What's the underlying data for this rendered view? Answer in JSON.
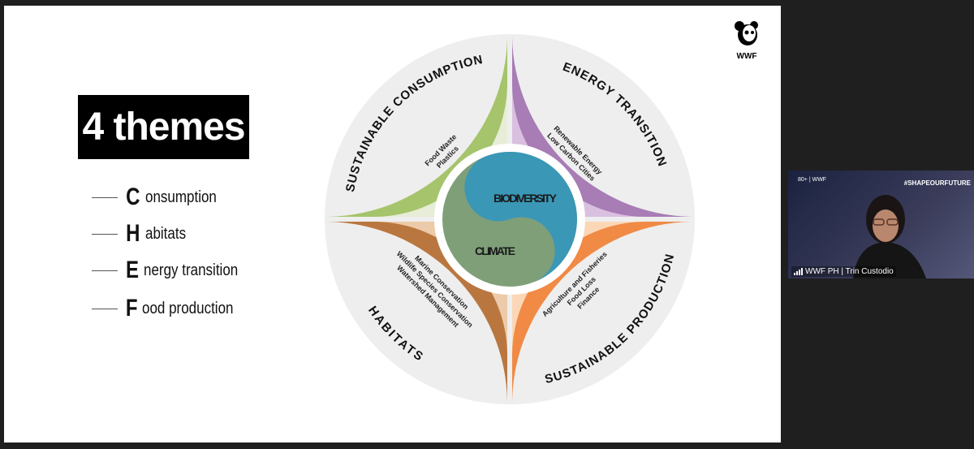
{
  "slide": {
    "title": "4 themes",
    "themes": [
      {
        "letter": "C",
        "rest": "onsumption"
      },
      {
        "letter": "H",
        "rest": "abitats"
      },
      {
        "letter": "E",
        "rest": "nergy transition"
      },
      {
        "letter": "F",
        "rest": "ood production"
      }
    ],
    "logo_text": "WWF",
    "wheel": {
      "center_top": "BIODIVERSITY",
      "center_bottom": "CLIMATE",
      "quadrants": [
        {
          "label": "SUSTAINABLE CONSUMPTION",
          "items": [
            "Food Waste",
            "Plastics"
          ],
          "color": "#a5c46b",
          "inner_color": "#e7edd7"
        },
        {
          "label": "ENERGY TRANSITION",
          "items": [
            "Renewable Energy",
            "Low Carbon Cities"
          ],
          "color": "#a87cb5",
          "inner_color": "#d9bfe0"
        },
        {
          "label": "SUSTAINABLE PRODUCTION",
          "items": [
            "Agriculture and Fisheries",
            "Food Loss",
            "Finance"
          ],
          "color": "#f08a45",
          "inner_color": "#fbd7b6"
        },
        {
          "label": "HABITATS",
          "items": [
            "Marine Conservation",
            "Wildlife Species Conservation",
            "Watershed Management"
          ],
          "color": "#b9773f",
          "inner_color": "#edcaa9"
        }
      ],
      "center_colors": {
        "climate": "#7f9f79",
        "biodiversity": "#3a97b6"
      }
    }
  },
  "video_tile": {
    "hashtag": "#SHAPEOURFUTURE",
    "banner": "80+ | WWF",
    "participant": "WWF PH | Trin Custodio"
  }
}
